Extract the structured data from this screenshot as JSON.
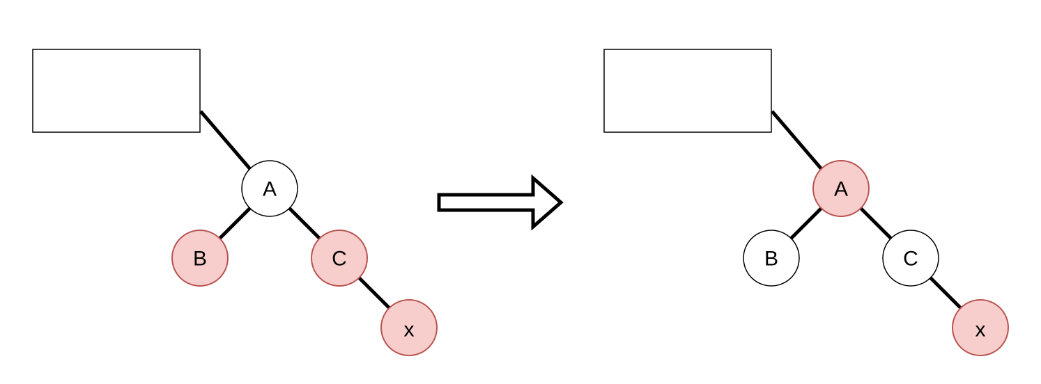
{
  "colors": {
    "red_fill": "#f8cecc",
    "red_stroke": "#b85450",
    "black": "#000000"
  },
  "before": {
    "nodes": {
      "A": "A",
      "B": "B",
      "C": "C",
      "x": "x"
    },
    "colors": {
      "A": "white",
      "B": "red",
      "C": "red",
      "x": "red"
    }
  },
  "after": {
    "nodes": {
      "A": "A",
      "B": "B",
      "C": "C",
      "x": "x"
    },
    "colors": {
      "A": "red",
      "B": "white",
      "C": "white",
      "x": "red"
    }
  },
  "arrow_icon": "right-arrow-icon"
}
